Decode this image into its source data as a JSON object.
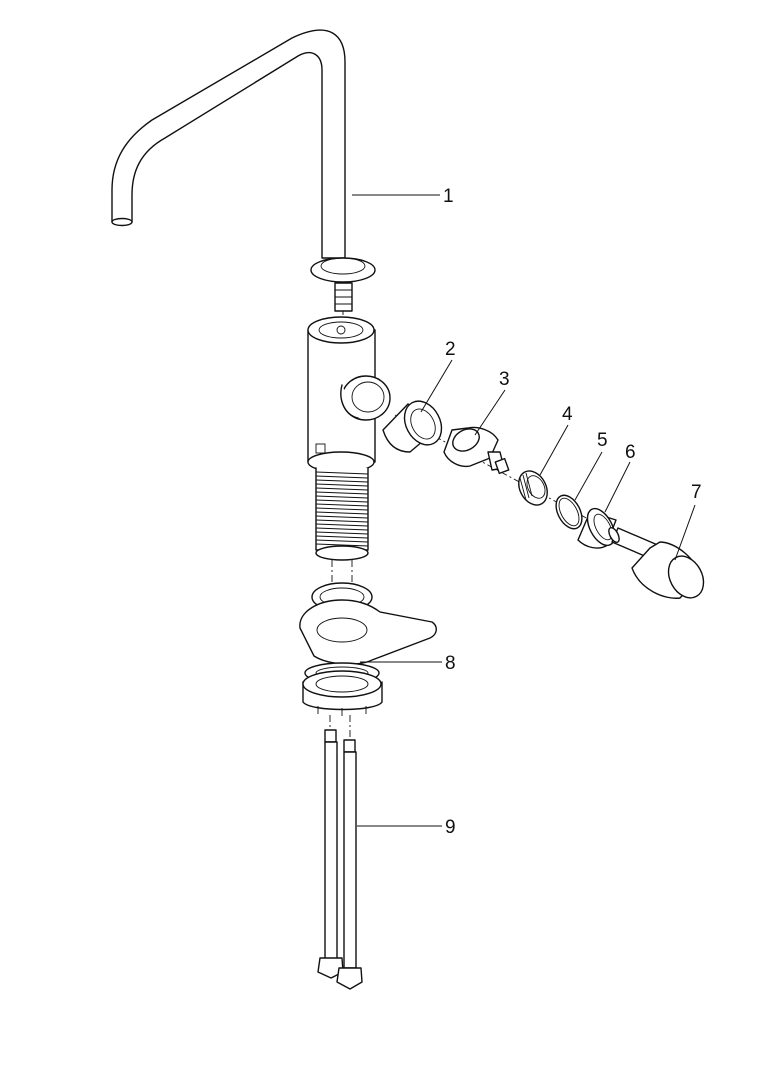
{
  "callouts": [
    {
      "id": "1",
      "label": "1"
    },
    {
      "id": "2",
      "label": "2"
    },
    {
      "id": "3",
      "label": "3"
    },
    {
      "id": "4",
      "label": "4"
    },
    {
      "id": "5",
      "label": "5"
    },
    {
      "id": "6",
      "label": "6"
    },
    {
      "id": "7",
      "label": "7"
    },
    {
      "id": "8",
      "label": "8"
    },
    {
      "id": "9",
      "label": "9"
    }
  ],
  "colors": {
    "line": "#111111",
    "background": "#ffffff"
  }
}
